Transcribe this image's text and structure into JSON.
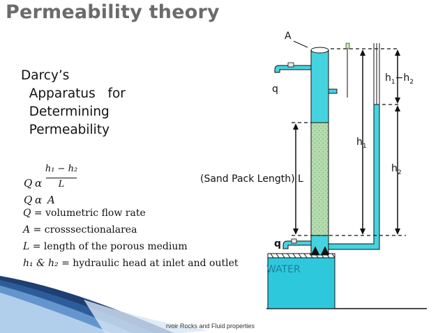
{
  "slide": {
    "title": "Permeability theory",
    "subtitle_lines": [
      "Darcy’s",
      "  Apparatus   for",
      "  Determining",
      "  Permeability"
    ],
    "formula1": {
      "lhs": "Q",
      "prop": "α",
      "numerator": "h₁ − h₂",
      "denominator": "L"
    },
    "formula2": {
      "lhs": "Q",
      "prop": "α",
      "rhs": "A"
    },
    "definitions": [
      {
        "symbol": "Q",
        "text": " = volumetric flow rate"
      },
      {
        "symbol": "A",
        "text": " = crosssectionalarea"
      },
      {
        "symbol": "L",
        "text": " = length of  the porous medium"
      },
      {
        "symbol": "h₁ & h₂",
        "text": " = hydraulic head at inlet and outlet"
      }
    ],
    "footer": "rvoir Rocks and Fluid properties"
  },
  "diagram": {
    "label_A": "A",
    "label_q_top": "q",
    "label_q_bottom": "q",
    "label_h1": "h",
    "label_h1_sub": "1",
    "label_h2": "h",
    "label_h2_sub": "2",
    "label_h1h2": "h",
    "label_h1h2_sub1": "1",
    "label_h1h2_dash": "−h",
    "label_h1h2_sub2": "2",
    "label_sand_pack": "(Sand Pack Length) L",
    "label_water": "WATER",
    "colors": {
      "water": "#45d3e0",
      "sand": "#a8d4a0",
      "tank": "#2ec8dc"
    }
  }
}
